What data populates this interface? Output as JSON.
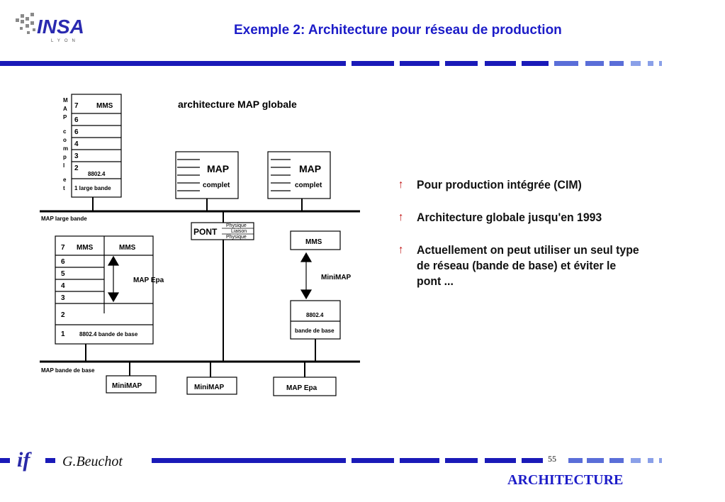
{
  "header": {
    "title": "Exemple 2: Architecture pour réseau de production",
    "logo_text": "INSA",
    "logo_sub": "LYON"
  },
  "diagram": {
    "title": "architecture MAP globale",
    "map_complet_vertical": [
      "M",
      "A",
      "P",
      "c",
      "o",
      "m",
      "p",
      "l",
      "e",
      "t"
    ],
    "stack_top": {
      "layer7": "7",
      "mms": "MMS",
      "l6a": "6",
      "l6b": "6",
      "l4": "4",
      "l3": "3",
      "l2": "2",
      "std": "8802.4",
      "l1": "1 large bande"
    },
    "node1": {
      "title": "MAP",
      "sub": "complet"
    },
    "node2": {
      "title": "MAP",
      "sub": "complet"
    },
    "bus_top_label": "MAP large bande",
    "pont": {
      "label": "PONT",
      "layers": [
        "Physique",
        "Liaison",
        "Physique"
      ]
    },
    "stack_bottom": {
      "l7": "7",
      "mms_left": "MMS",
      "mms_right": "MMS",
      "l6": "6",
      "l5": "5",
      "l4": "4",
      "l3": "3",
      "l2": "2",
      "l1": "1",
      "std": "8802.4 bande de base",
      "epa": "MAP Epa"
    },
    "minimap_stack": {
      "mms": "MMS",
      "label": "MiniMAP",
      "std": "8802.4",
      "base": "bande de base"
    },
    "bus_bottom_label": "MAP bande de base",
    "bottom_nodes": [
      "MiniMAP",
      "MiniMAP",
      "MAP Epa"
    ]
  },
  "bullets": [
    {
      "icon": "up-arrow-icon",
      "text": "Pour production intégrée (CIM)"
    },
    {
      "icon": "up-arrow-icon",
      "text": "Architecture globale jusqu'en 1993"
    },
    {
      "icon": "up-arrow-icon",
      "text": "Actuellement on peut utiliser un seul type de réseau (bande de base) et éviter le pont ..."
    }
  ],
  "footer": {
    "logo": "if",
    "author": "G.Beuchot",
    "page": "55",
    "section": "ARCHITECTURE"
  },
  "colors": {
    "title": "#1c1cc8",
    "bar": "#1a1ab8",
    "bullet_arrow": "#c01010"
  }
}
